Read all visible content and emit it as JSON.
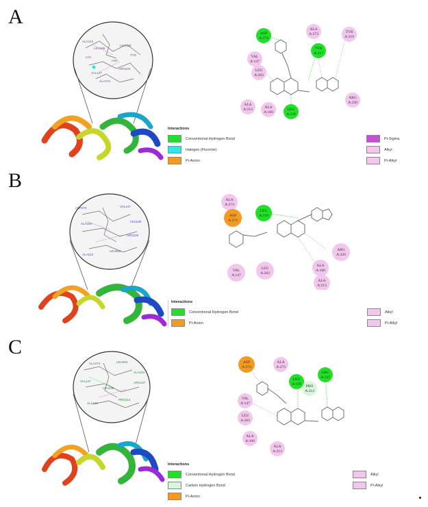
{
  "panels": [
    {
      "label": "A",
      "zoom_labels": [
        "ALA213",
        "LEU186",
        "LEU139",
        "LYS",
        "ASP",
        "TYR",
        "ARG220",
        "VAL147",
        "ALA274"
      ],
      "residues": [
        {
          "line1": "ASP",
          "line2": "A:274",
          "kind": "hbond"
        },
        {
          "line1": "ALA",
          "line2": "A:273",
          "kind": "alkyl"
        },
        {
          "line1": "TYR",
          "line2": "A:219",
          "kind": "alkyl"
        },
        {
          "line1": "TYR",
          "line2": "A:217",
          "kind": "hbond"
        },
        {
          "line1": "VAL",
          "line2": "A:147",
          "kind": "alkyl"
        },
        {
          "line1": "LEU",
          "line2": "A:263",
          "kind": "alkyl"
        },
        {
          "line1": "ARG",
          "line2": "A:220",
          "kind": "alkyl"
        },
        {
          "line1": "ALA",
          "line2": "A:213",
          "kind": "alkyl"
        },
        {
          "line1": "ALA",
          "line2": "A:160",
          "kind": "alkyl"
        },
        {
          "line1": "LEU",
          "line2": "A:139",
          "kind": "hbond"
        }
      ],
      "legend": {
        "title": "Interactions",
        "items": [
          {
            "label": "Conventional Hydrogen Bond",
            "color": "#22e02a"
          },
          {
            "label": "Halogen (Fluorine)",
            "color": "#2ee6e6"
          },
          {
            "label": "Pi-Anion",
            "color": "#f59a20"
          },
          {
            "label": "Pi-Sigma",
            "color": "#c44fd6"
          },
          {
            "label": "Alkyl",
            "color": "#f3c6ee"
          },
          {
            "label": "Pi-Alkyl",
            "color": "#f3c6ee"
          }
        ]
      }
    },
    {
      "label": "B",
      "zoom_labels": [
        "ASP274",
        "VAL147",
        "ALA160",
        "LEU139",
        "ARG220",
        "ALA213",
        "LEU263"
      ],
      "residues": [
        {
          "line1": "ALA",
          "line2": "A:273",
          "kind": "alkyl"
        },
        {
          "line1": "LEU",
          "line2": "A:139",
          "kind": "hbond"
        },
        {
          "line1": "ASP",
          "line2": "A:274",
          "kind": "anion"
        },
        {
          "line1": "ARG",
          "line2": "A:220",
          "kind": "alkyl"
        },
        {
          "line1": "ALA",
          "line2": "A:160",
          "kind": "alkyl"
        },
        {
          "line1": "VAL",
          "line2": "A:147",
          "kind": "alkyl"
        },
        {
          "line1": "LEU",
          "line2": "A:263",
          "kind": "alkyl"
        },
        {
          "line1": "ALA",
          "line2": "A:213",
          "kind": "alkyl"
        }
      ],
      "legend": {
        "title": "Interactions",
        "items": [
          {
            "label": "Conventional Hydrogen Bond",
            "color": "#22e02a"
          },
          {
            "label": "Pi-Anion",
            "color": "#f59a20"
          },
          {
            "label": "Alkyl",
            "color": "#f3c6ee"
          },
          {
            "label": "Pi-Alkyl",
            "color": "#f3c6ee"
          }
        ]
      }
    },
    {
      "label": "C",
      "zoom_labels": [
        "ALA273",
        "LEU263",
        "ALA213",
        "VAL147",
        "LEU139",
        "ARG137",
        "PRO214",
        "ALA160"
      ],
      "residues": [
        {
          "line1": "ASP",
          "line2": "A:274",
          "kind": "anion"
        },
        {
          "line1": "ALA",
          "line2": "A:273",
          "kind": "alkyl"
        },
        {
          "line1": "LEU",
          "line2": "A:139",
          "kind": "hbond"
        },
        {
          "line1": "ARG",
          "line2": "A:137",
          "kind": "hbond"
        },
        {
          "line1": "PRO",
          "line2": "A:214",
          "kind": "carbon"
        },
        {
          "line1": "VAL",
          "line2": "A:147",
          "kind": "alkyl"
        },
        {
          "line1": "LEU",
          "line2": "A:263",
          "kind": "alkyl"
        },
        {
          "line1": "ALA",
          "line2": "A:160",
          "kind": "alkyl"
        },
        {
          "line1": "ALA",
          "line2": "A:213",
          "kind": "alkyl"
        }
      ],
      "legend": {
        "title": "Interactions",
        "items": [
          {
            "label": "Conventional Hydrogen Bond",
            "color": "#22e02a"
          },
          {
            "label": "Carbon Hydrogen Bond",
            "color": "#d7f6dc"
          },
          {
            "label": "Pi-Anion",
            "color": "#f59a20"
          },
          {
            "label": "Alkyl",
            "color": "#f3c6ee"
          },
          {
            "label": "Pi-Alkyl",
            "color": "#f3c6ee"
          }
        ]
      }
    }
  ]
}
